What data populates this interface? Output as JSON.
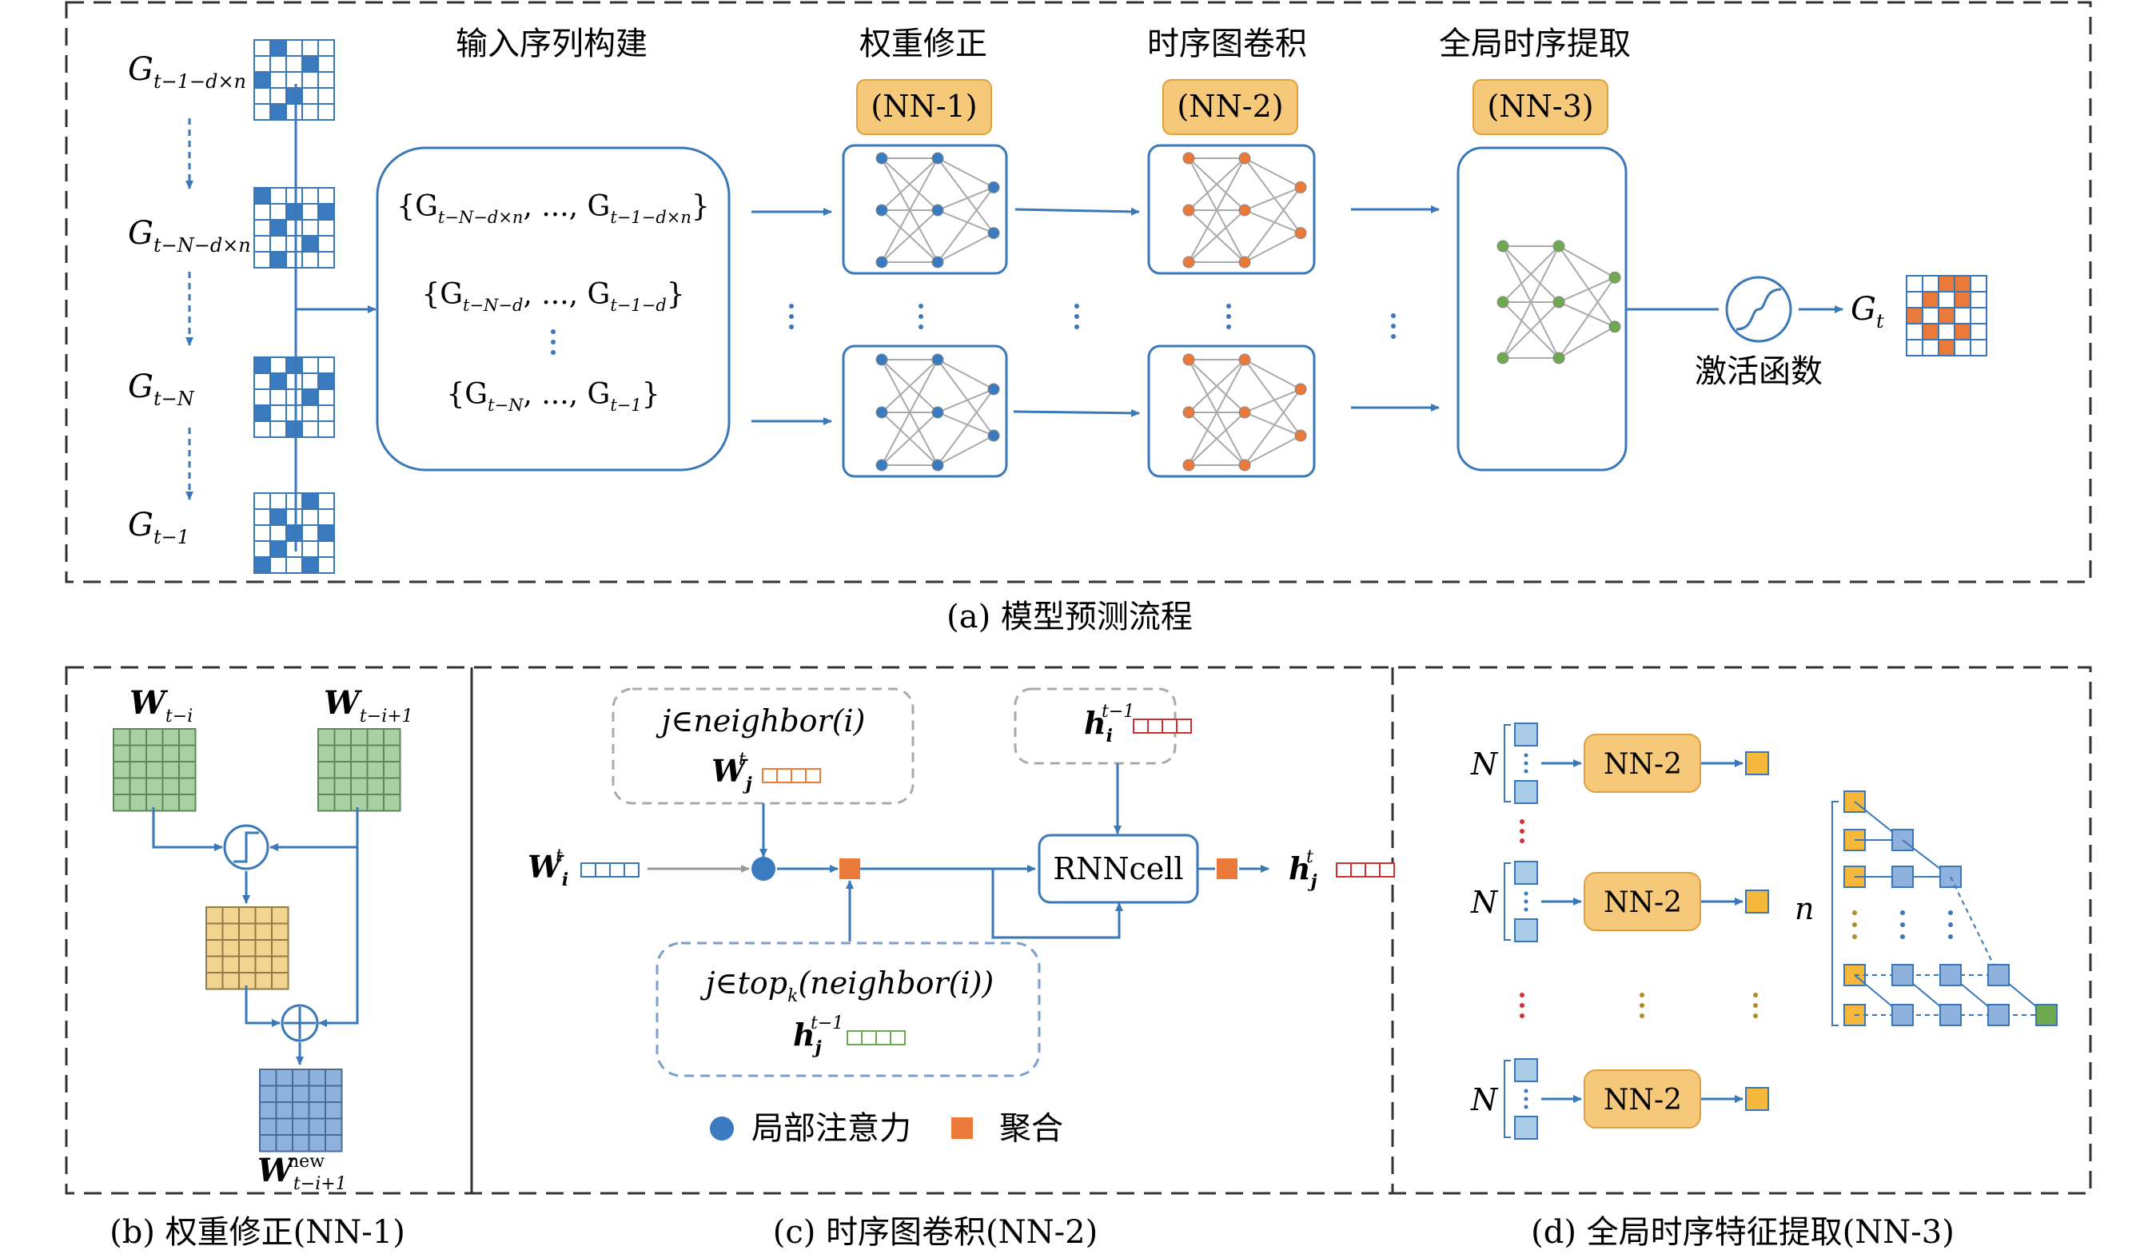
{
  "panel_a": {
    "section_titles": [
      "输入序列构建",
      "权重修正",
      "时序图卷积",
      "全局时序提取"
    ],
    "nn_badges": [
      "(NN-1)",
      "(NN-2)",
      "(NN-3)"
    ],
    "graph_labels": [
      {
        "base": "G",
        "sub": "t−1−d×n"
      },
      {
        "base": "G",
        "sub": "t−N−d×n"
      },
      {
        "base": "G",
        "sub": "t−N"
      },
      {
        "base": "G",
        "sub": "t−1"
      }
    ],
    "sequence_lines": [
      {
        "open": "{G",
        "sub1": "t−N−d×n",
        "mid": ", ..., G",
        "sub2": "t−1−d×n",
        "close": "}"
      },
      {
        "open": "{G",
        "sub1": "t−N−d",
        "mid": ", ..., G",
        "sub2": "t−1−d",
        "close": "}"
      },
      {
        "open": "{G",
        "sub1": "t−N",
        "mid": ", ..., G",
        "sub2": "t−1",
        "close": "}"
      }
    ],
    "activation_label": "激活函数",
    "output_label": {
      "base": "G",
      "sub": "t"
    },
    "caption": "(a)  模型预测流程"
  },
  "panel_b": {
    "w_left": {
      "base": "W",
      "sub": "t−i"
    },
    "w_right": {
      "base": "W",
      "sub": "t−i+1"
    },
    "w_new": {
      "base": "W",
      "sup": "new",
      "sub": "t−i+1"
    },
    "caption": "(b)  权重修正(NN-1)"
  },
  "panel_c": {
    "neighbor_text": "j∈neighbor(i)",
    "w_j": {
      "base": "W",
      "sup": "t",
      "sub": "j"
    },
    "h_i": {
      "base": "h",
      "sup": "t−1",
      "sub": "i"
    },
    "w_i": {
      "base": "W",
      "sup": "t",
      "sub": "i"
    },
    "rnn_label": "RNNcell",
    "h_j_out": {
      "base": "h",
      "sup": "t",
      "sub": "j"
    },
    "topk_text": "j∈top",
    "topk_sub": "k",
    "topk_rest": "(neighbor(i))",
    "h_j_prev": {
      "base": "h",
      "sup": "t−1",
      "sub": "j"
    },
    "legend": [
      {
        "label": "局部注意力",
        "color": "#3a7abf"
      },
      {
        "label": "聚合",
        "color": "#ea7a3a"
      }
    ],
    "caption": "(c)  时序图卷积(NN-2)"
  },
  "panel_d": {
    "n_label": "N",
    "nn2_label": "NN-2",
    "small_n": "n",
    "caption": "(d)  全局时序特征提取(NN-3)"
  },
  "colors": {
    "blue": "#3a7abf",
    "line": "#3a78b8",
    "orange": "#ea7a3a",
    "badge": "#f6c87a",
    "green_grid": "#a8d0a0",
    "yellow_grid": "#f2d491",
    "blue_grid": "#8eb1dd",
    "node_green": "#6fa94f",
    "red_dots": "#d23030",
    "olive_dots": "#b08c2a"
  }
}
